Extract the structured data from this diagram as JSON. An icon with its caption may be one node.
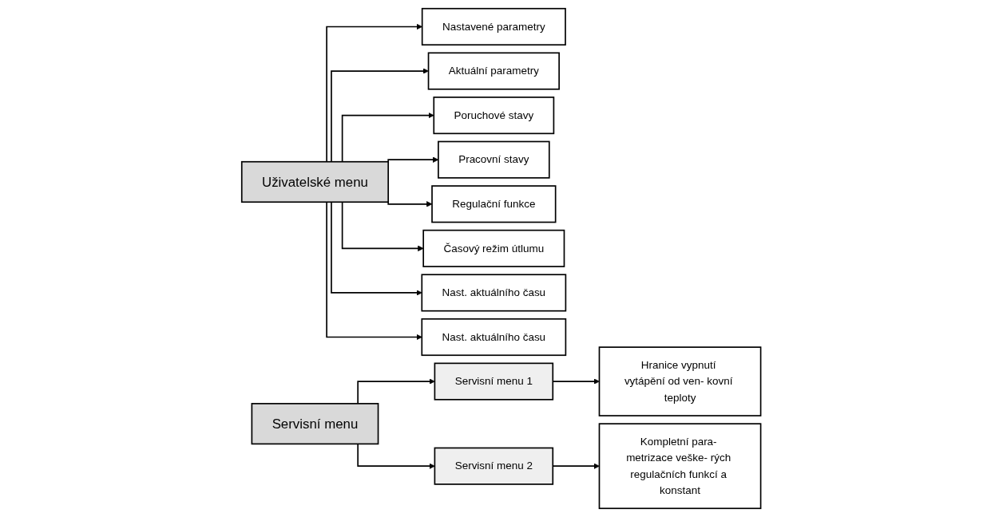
{
  "diagram": {
    "nodes": [
      {
        "text": [
          "Uživatelské menu"
        ]
      },
      {
        "text": [
          "Nastavené parametry"
        ]
      },
      {
        "text": [
          "Aktuální parametry"
        ]
      },
      {
        "text": [
          "Poruchové stavy"
        ]
      },
      {
        "text": [
          "Pracovní stavy"
        ]
      },
      {
        "text": [
          "Regulační funkce"
        ]
      },
      {
        "text": [
          "Časový režim útlumu"
        ]
      },
      {
        "text": [
          "Nast. aktuálního času"
        ]
      },
      {
        "text": [
          "Nast. aktuálního času"
        ]
      },
      {
        "text": [
          "Servisní menu"
        ]
      },
      {
        "text": [
          "Servisní menu 1"
        ]
      },
      {
        "text": [
          "Hranice vypnutí vytápění od ven- kovní teploty"
        ]
      },
      {
        "text": [
          "Servisní menu 2"
        ]
      },
      {
        "text": [
          "Kompletní para- metrizace veške- rých regulačních funkcí a konstant"
        ]
      }
    ],
    "edges": [
      {
        "from": 0,
        "to": 1,
        "arrow": "to"
      },
      {
        "from": 0,
        "to": 2,
        "arrow": "to"
      },
      {
        "from": 0,
        "to": 3,
        "arrow": "to"
      },
      {
        "from": 0,
        "to": 4,
        "arrow": "to"
      },
      {
        "from": 0,
        "to": 5,
        "arrow": "to"
      },
      {
        "from": 0,
        "to": 6,
        "arrow": "to"
      },
      {
        "from": 0,
        "to": 7,
        "arrow": "to"
      },
      {
        "from": 0,
        "to": 8,
        "arrow": "to"
      },
      {
        "from": 9,
        "to": 10,
        "arrow": "to"
      },
      {
        "from": 10,
        "to": 11,
        "arrow": "to"
      },
      {
        "from": 9,
        "to": 12,
        "arrow": "to"
      },
      {
        "from": 12,
        "to": 13,
        "arrow": "to"
      }
    ]
  }
}
